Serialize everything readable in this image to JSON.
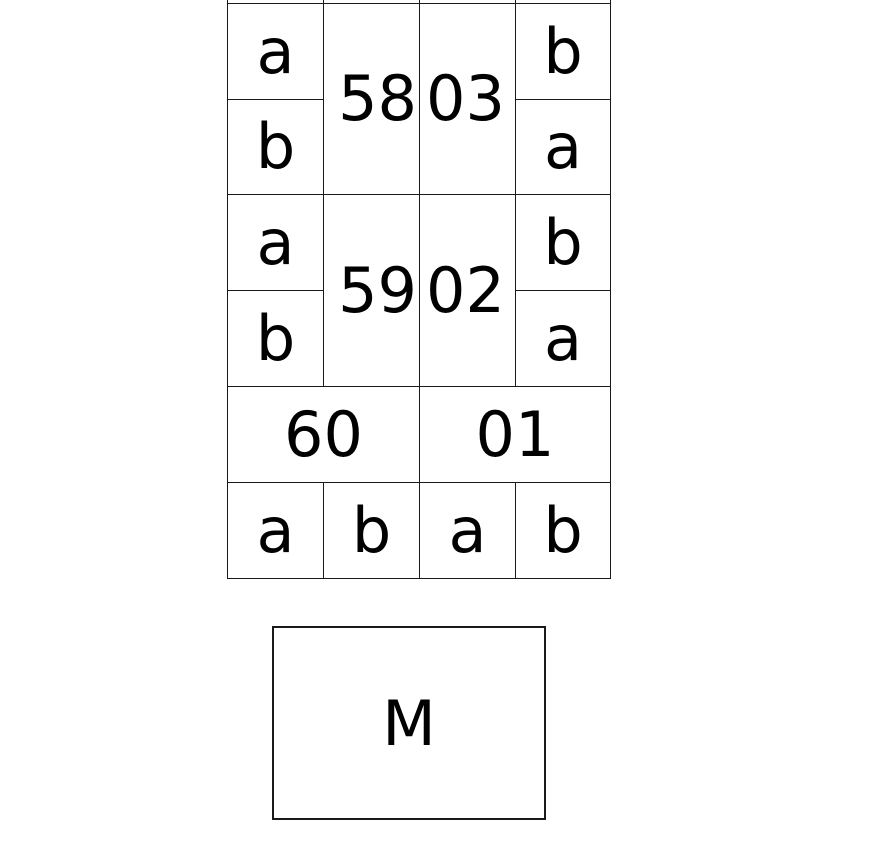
{
  "blocks": [
    {
      "left_top": "a",
      "left_bottom": "b",
      "center_left": "58",
      "center_right": "03",
      "right_top": "b",
      "right_bottom": "a"
    },
    {
      "left_top": "a",
      "left_bottom": "b",
      "center_left": "59",
      "center_right": "02",
      "right_top": "b",
      "right_bottom": "a"
    }
  ],
  "wide_row": [
    "60",
    "01"
  ],
  "bottom_row": [
    "a",
    "b",
    "a",
    "b"
  ],
  "box_label": "M"
}
